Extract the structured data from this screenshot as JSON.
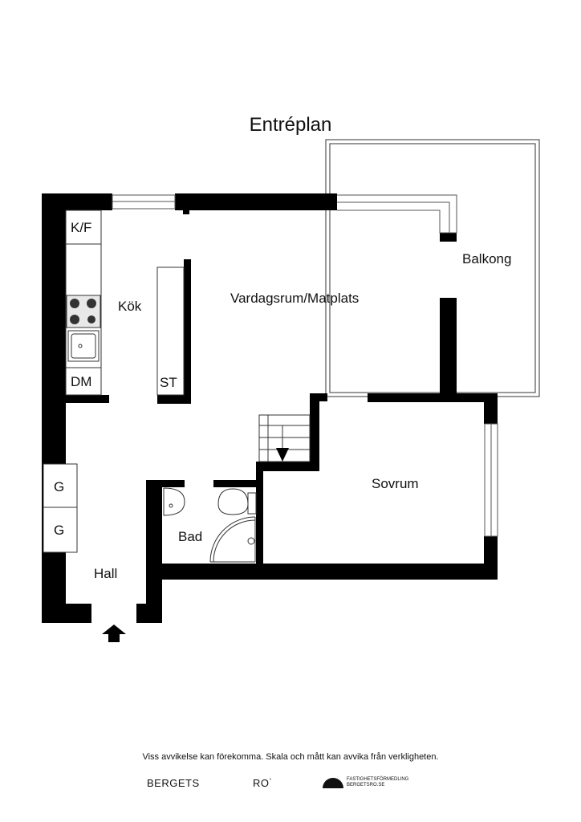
{
  "title": "Entréplan",
  "rooms": {
    "kitchen": "Kök",
    "living": "Vardagsrum/Matplats",
    "balcony": "Balkong",
    "bedroom": "Sovrum",
    "bath": "Bad",
    "hall": "Hall"
  },
  "fixtures": {
    "fridge_freezer": "K/F",
    "dishwasher": "DM",
    "storage": "ST",
    "wardrobe_1": "G",
    "wardrobe_2": "G"
  },
  "disclaimer": "Viss avvikelse kan förekomma. Skala och mått kan avvika från verkligheten.",
  "logos": {
    "bergets": "BERGETS",
    "ro": "RO",
    "brand_line1": "FASTIGHETSFÖRMEDLING",
    "brand_line2": "BERGETSRO.SE"
  }
}
